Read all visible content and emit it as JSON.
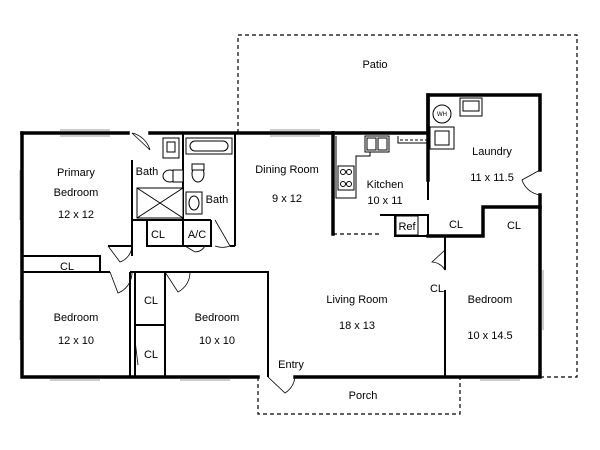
{
  "plan": {
    "rooms": {
      "patio": {
        "name": "Patio"
      },
      "primary_bedroom": {
        "name_line1": "Primary",
        "name_line2": "Bedroom",
        "size": "12 x 12"
      },
      "bath1": {
        "name": "Bath"
      },
      "bath2": {
        "name": "Bath"
      },
      "dining": {
        "name": "Dining Room",
        "size": "9 x 12"
      },
      "kitchen": {
        "name": "Kitchen",
        "size": "10 x 11"
      },
      "laundry": {
        "name": "Laundry",
        "size": "11 x 11.5"
      },
      "bedroom_left": {
        "name": "Bedroom",
        "size": "12 x 10"
      },
      "bedroom_mid": {
        "name": "Bedroom",
        "size": "10 x 10"
      },
      "living": {
        "name": "Living Room",
        "size": "18 x 13"
      },
      "bedroom_right": {
        "name": "Bedroom",
        "size": "10 x 14.5"
      },
      "entry": {
        "name": "Entry"
      },
      "porch": {
        "name": "Porch"
      }
    },
    "closets": {
      "cl_bath": "CL",
      "ac": "A/C",
      "cl_primary": "CL",
      "cl_upper": "CL",
      "cl_lower": "CL",
      "cl_kitchen": "CL",
      "cl_laundry": "CL",
      "cl_living": "CL"
    },
    "fixtures": {
      "refrigerator": "Ref",
      "water_heater": "WH"
    }
  }
}
